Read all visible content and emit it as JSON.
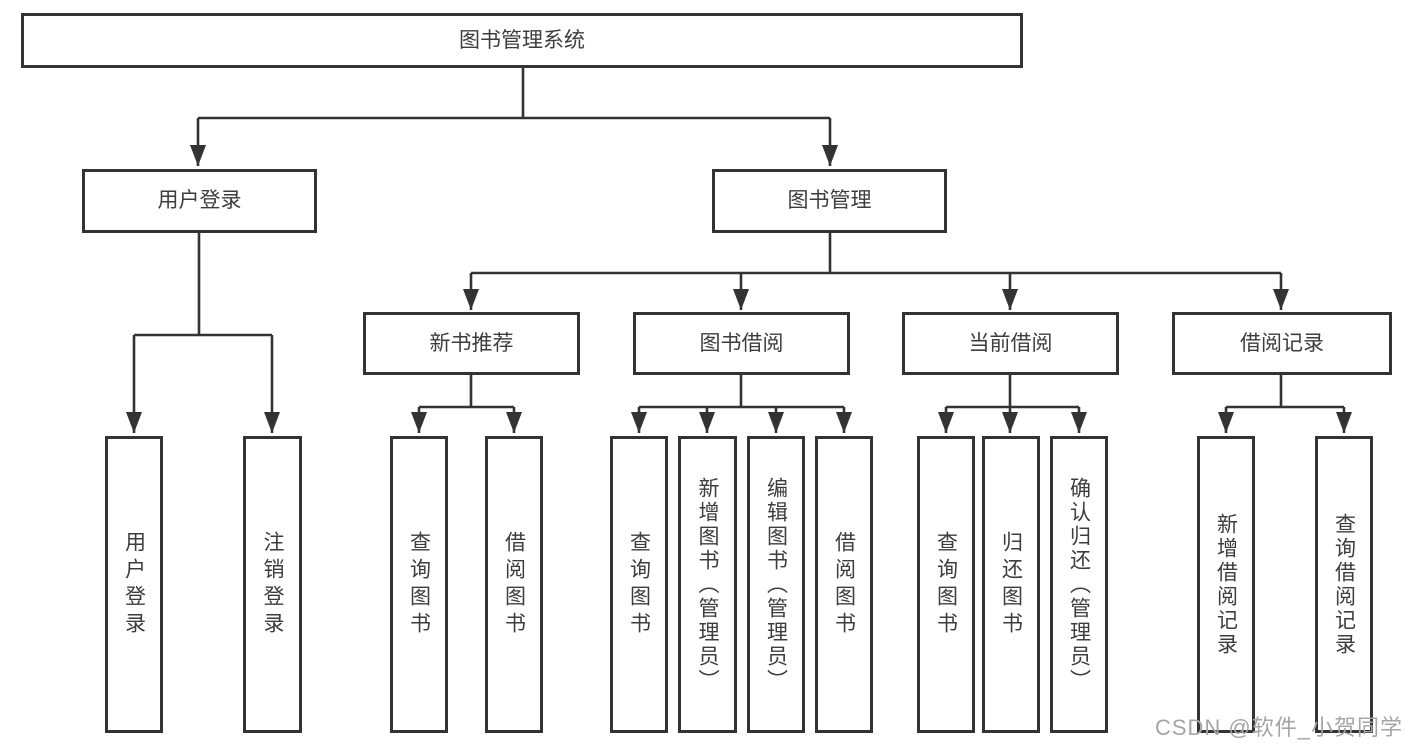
{
  "diagram_title": "图书管理系统",
  "watermark": "CSDN @软件_小贺同学",
  "colors": {
    "line": "#333333",
    "box_border": "#333333",
    "text": "#3d3d3d",
    "watermark": "#a5a5a5",
    "background": "#ffffff"
  },
  "tree": {
    "label": "图书管理系统",
    "children": [
      {
        "label": "用户登录",
        "children": [
          {
            "label": "用户登录"
          },
          {
            "label": "注销登录"
          }
        ]
      },
      {
        "label": "图书管理",
        "children": [
          {
            "label": "新书推荐",
            "children": [
              {
                "label": "查询图书"
              },
              {
                "label": "借阅图书"
              }
            ]
          },
          {
            "label": "图书借阅",
            "children": [
              {
                "label": "查询图书"
              },
              {
                "label": "新增图书（管理员）"
              },
              {
                "label": "编辑图书（管理员）"
              },
              {
                "label": "借阅图书"
              }
            ]
          },
          {
            "label": "当前借阅",
            "children": [
              {
                "label": "查询图书"
              },
              {
                "label": "归还图书"
              },
              {
                "label": "确认归还（管理员）"
              }
            ]
          },
          {
            "label": "借阅记录",
            "children": [
              {
                "label": "新增借阅记录"
              },
              {
                "label": "查询借阅记录"
              }
            ]
          }
        ]
      }
    ]
  }
}
